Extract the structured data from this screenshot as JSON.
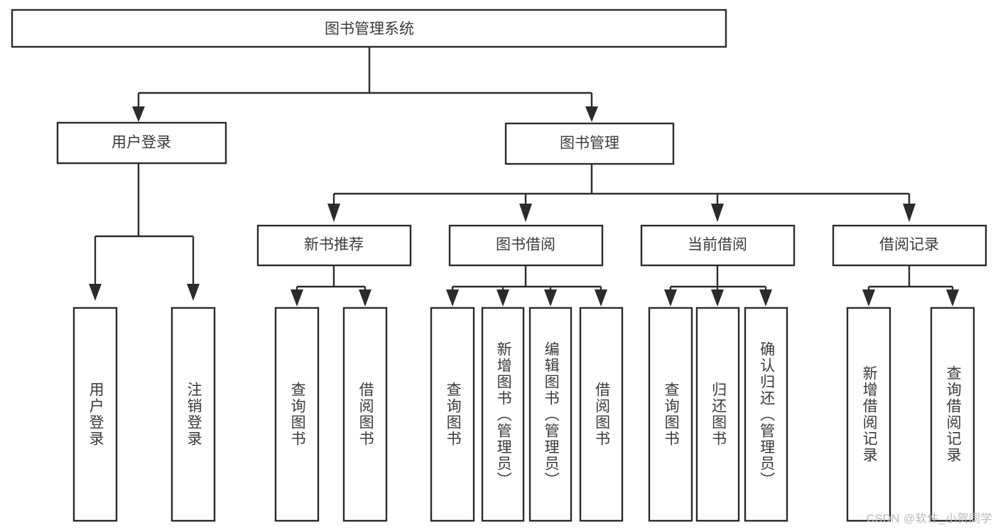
{
  "diagram": {
    "title": "图书管理系统",
    "watermark": "CSDN @软件_小贺同学",
    "colors": {
      "stroke": "#2b2b2b",
      "box_fill": "#ffffff",
      "text": "#3a3a3a",
      "watermark": "#b9b9b9",
      "background": "#ffffff"
    },
    "root": {
      "label": "图书管理系统",
      "orientation": "horizontal"
    },
    "level2": [
      {
        "label": "用户登录",
        "orientation": "horizontal"
      },
      {
        "label": "图书管理",
        "orientation": "horizontal"
      }
    ],
    "level3": [
      {
        "label": "新书推荐",
        "orientation": "horizontal",
        "parent": "图书管理"
      },
      {
        "label": "图书借阅",
        "orientation": "horizontal",
        "parent": "图书管理"
      },
      {
        "label": "当前借阅",
        "orientation": "horizontal",
        "parent": "图书管理"
      },
      {
        "label": "借阅记录",
        "orientation": "horizontal",
        "parent": "图书管理"
      }
    ],
    "leaves": [
      {
        "label": "用户登录",
        "orientation": "vertical",
        "parent": "用户登录"
      },
      {
        "label": "注销登录",
        "orientation": "vertical",
        "parent": "用户登录"
      },
      {
        "label": "查询图书",
        "orientation": "vertical",
        "parent": "新书推荐"
      },
      {
        "label": "借阅图书",
        "orientation": "vertical",
        "parent": "新书推荐"
      },
      {
        "label": "查询图书",
        "orientation": "vertical",
        "parent": "图书借阅"
      },
      {
        "label": "新增图书（管理员）",
        "orientation": "vertical",
        "parent": "图书借阅"
      },
      {
        "label": "编辑图书（管理员）",
        "orientation": "vertical",
        "parent": "图书借阅"
      },
      {
        "label": "借阅图书",
        "orientation": "vertical",
        "parent": "图书借阅"
      },
      {
        "label": "查询图书",
        "orientation": "vertical",
        "parent": "当前借阅"
      },
      {
        "label": "归还图书",
        "orientation": "vertical",
        "parent": "当前借阅"
      },
      {
        "label": "确认归还（管理员）",
        "orientation": "vertical",
        "parent": "当前借阅"
      },
      {
        "label": "新增借阅记录",
        "orientation": "vertical",
        "parent": "借阅记录"
      },
      {
        "label": "查询借阅记录",
        "orientation": "vertical",
        "parent": "借阅记录"
      }
    ]
  }
}
